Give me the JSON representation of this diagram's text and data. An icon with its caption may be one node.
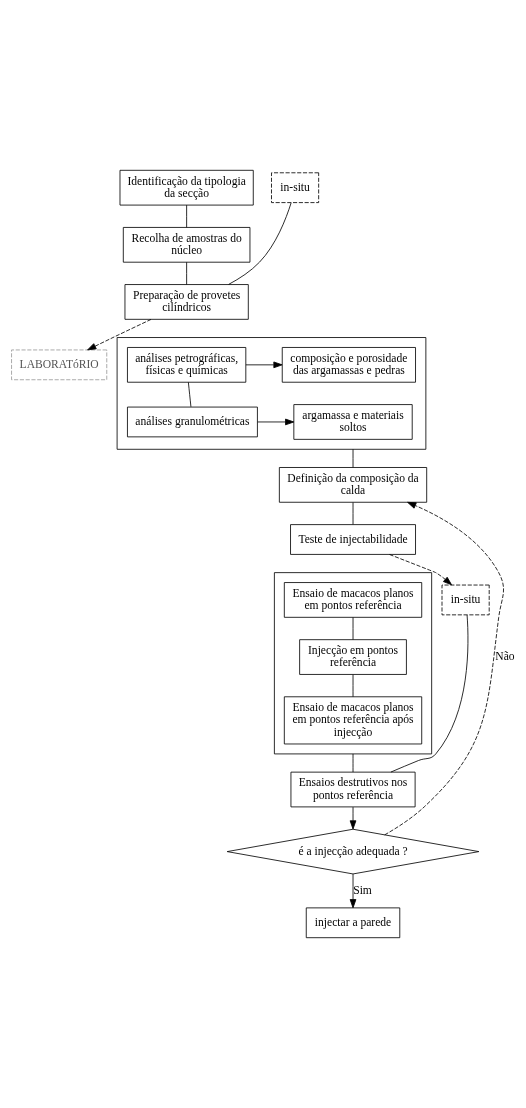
{
  "diagram": {
    "nodes": [
      {
        "text": [
          "Identificação da tipologia da secção"
        ]
      },
      {
        "text": [
          "Recolha de amostras do núcleo"
        ]
      },
      {
        "text": [
          "Preparação de provetes cilíndricos"
        ]
      },
      {
        "text": [
          "in-situ"
        ]
      },
      {
        "text": [
          "LABORATóRIO"
        ]
      },
      {
        "text": [],
        "shape": "box"
      },
      {
        "text": [
          "análises petrográficas, físicas e químicas"
        ],
        "in": 5
      },
      {
        "text": [
          "análises granulométricas"
        ],
        "in": 5
      },
      {
        "text": [
          "composição e porosidade das argamassas e pedras"
        ],
        "in": 5
      },
      {
        "text": [
          "argamassa e materiais soltos"
        ],
        "in": 5
      },
      {
        "text": [
          "Definição da composição da calda"
        ]
      },
      {
        "text": [
          "Teste de injectabilidade"
        ]
      },
      {
        "text": [],
        "shape": "box"
      },
      {
        "text": [
          "Ensaio de macacos planos em pontos referência"
        ],
        "in": 12
      },
      {
        "text": [
          "Injecção em pontos referência"
        ],
        "in": 12
      },
      {
        "text": [
          "Ensaio de macacos planos em pontos referência após injecção"
        ],
        "in": 12
      },
      {
        "text": [
          "in-situ"
        ]
      },
      {
        "text": [
          "Ensaios destrutivos nos pontos referência"
        ]
      },
      {
        "text": [
          "é a injecção adequada ?"
        ]
      },
      {
        "text": [
          "injectar a parede"
        ]
      }
    ],
    "edges": [
      {
        "from": 0,
        "to": 1,
        "arrow": "none"
      },
      {
        "from": 1,
        "to": 2,
        "arrow": "none"
      },
      {
        "from": 2,
        "to": 3,
        "arrow": "none"
      },
      {
        "from": 2,
        "to": 4,
        "arrow": "to",
        "style": "dashed"
      },
      {
        "from": 6,
        "to": 7,
        "arrow": "none"
      },
      {
        "from": 6,
        "to": 8,
        "arrow": "to"
      },
      {
        "from": 7,
        "to": 9,
        "arrow": "to"
      },
      {
        "from": 5,
        "to": 10,
        "arrow": "none"
      },
      {
        "from": 18,
        "to": 10,
        "arrow": "to",
        "style": "dashed",
        "label": "Não"
      },
      {
        "from": 10,
        "to": 11,
        "arrow": "none"
      },
      {
        "from": 11,
        "to": 16,
        "arrow": "to",
        "style": "dashed"
      },
      {
        "from": 13,
        "to": 14,
        "arrow": "none"
      },
      {
        "from": 14,
        "to": 15,
        "arrow": "none"
      },
      {
        "from": 12,
        "to": 17,
        "arrow": "none"
      },
      {
        "from": 17,
        "to": 16,
        "arrow": "none"
      },
      {
        "from": 17,
        "to": 18,
        "arrow": "to"
      },
      {
        "from": 18,
        "to": 19,
        "arrow": "to",
        "label": "Sim"
      }
    ]
  }
}
